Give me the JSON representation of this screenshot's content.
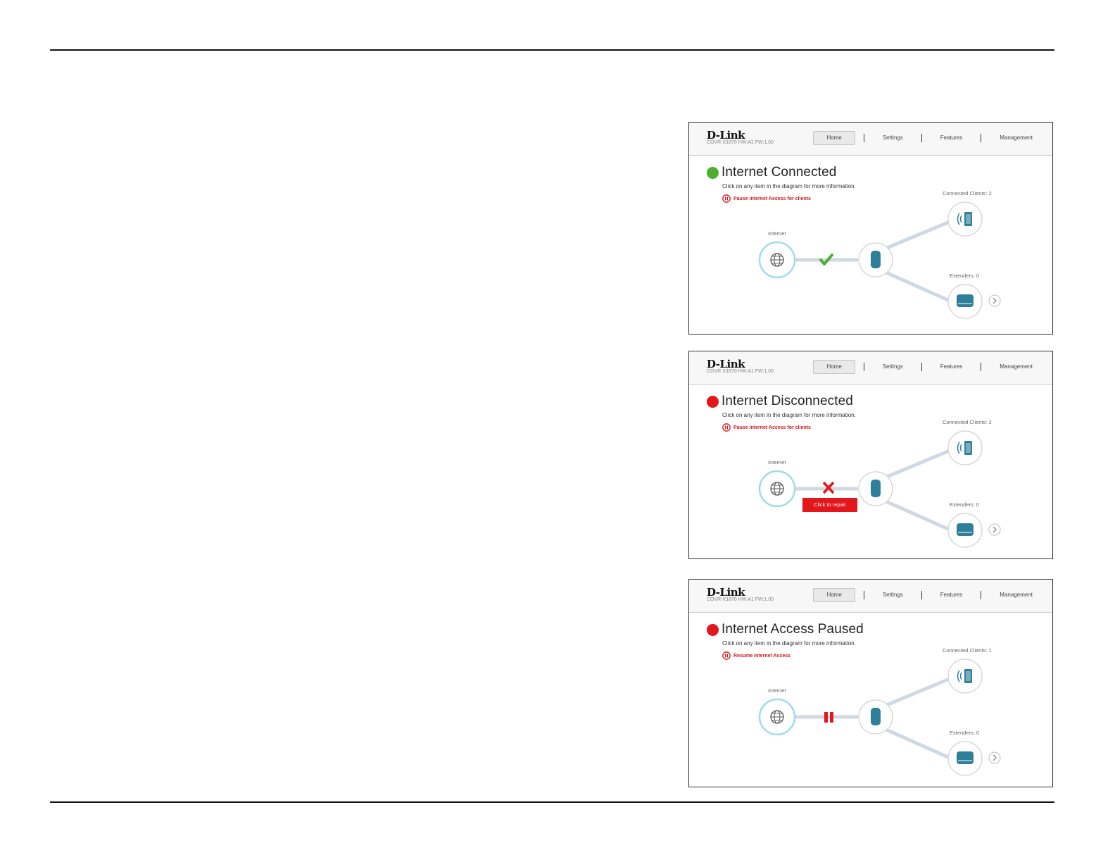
{
  "colors": {
    "green": "#4caf2f",
    "red": "#e3161c",
    "teal": "#2e7f9a",
    "ring": "#9fdcea"
  },
  "panels": [
    {
      "logo": "D-Link",
      "model": "COVR-X1870 HW:A1 FW:1.00",
      "nav": {
        "home": "Home",
        "settings": "Settings",
        "features": "Features",
        "management": "Management"
      },
      "status": "Internet Connected",
      "status_color": "green",
      "hint": "Click on any item in the diagram for more information.",
      "action": "Pause Internet Access for clients",
      "internet_label": "Internet",
      "clients_label": "Connected Clients: 2",
      "extenders_label": "Extenders: 0",
      "link_state": "check-icon"
    },
    {
      "logo": "D-Link",
      "model": "COVR-X1870 HW:A1 FW:1.00",
      "nav": {
        "home": "Home",
        "settings": "Settings",
        "features": "Features",
        "management": "Management"
      },
      "status": "Internet Disconnected",
      "status_color": "red",
      "hint": "Click on any item in the diagram for more information.",
      "action": "Pause Internet Access for clients",
      "internet_label": "Internet",
      "clients_label": "Connected Clients: 2",
      "extenders_label": "Extenders: 0",
      "link_state": "cross-icon",
      "repair": "Click to repair"
    },
    {
      "logo": "D-Link",
      "model": "COVR-X1870 HW:A1 FW:1.00",
      "nav": {
        "home": "Home",
        "settings": "Settings",
        "features": "Features",
        "management": "Management"
      },
      "status": "Internet Access Paused",
      "status_color": "red",
      "hint": "Click on any item in the diagram for more information.",
      "action": "Resume Internet Access",
      "internet_label": "Internet",
      "clients_label": "Connected Clients: 1",
      "extenders_label": "Extenders: 0",
      "link_state": "pause-icon"
    }
  ]
}
